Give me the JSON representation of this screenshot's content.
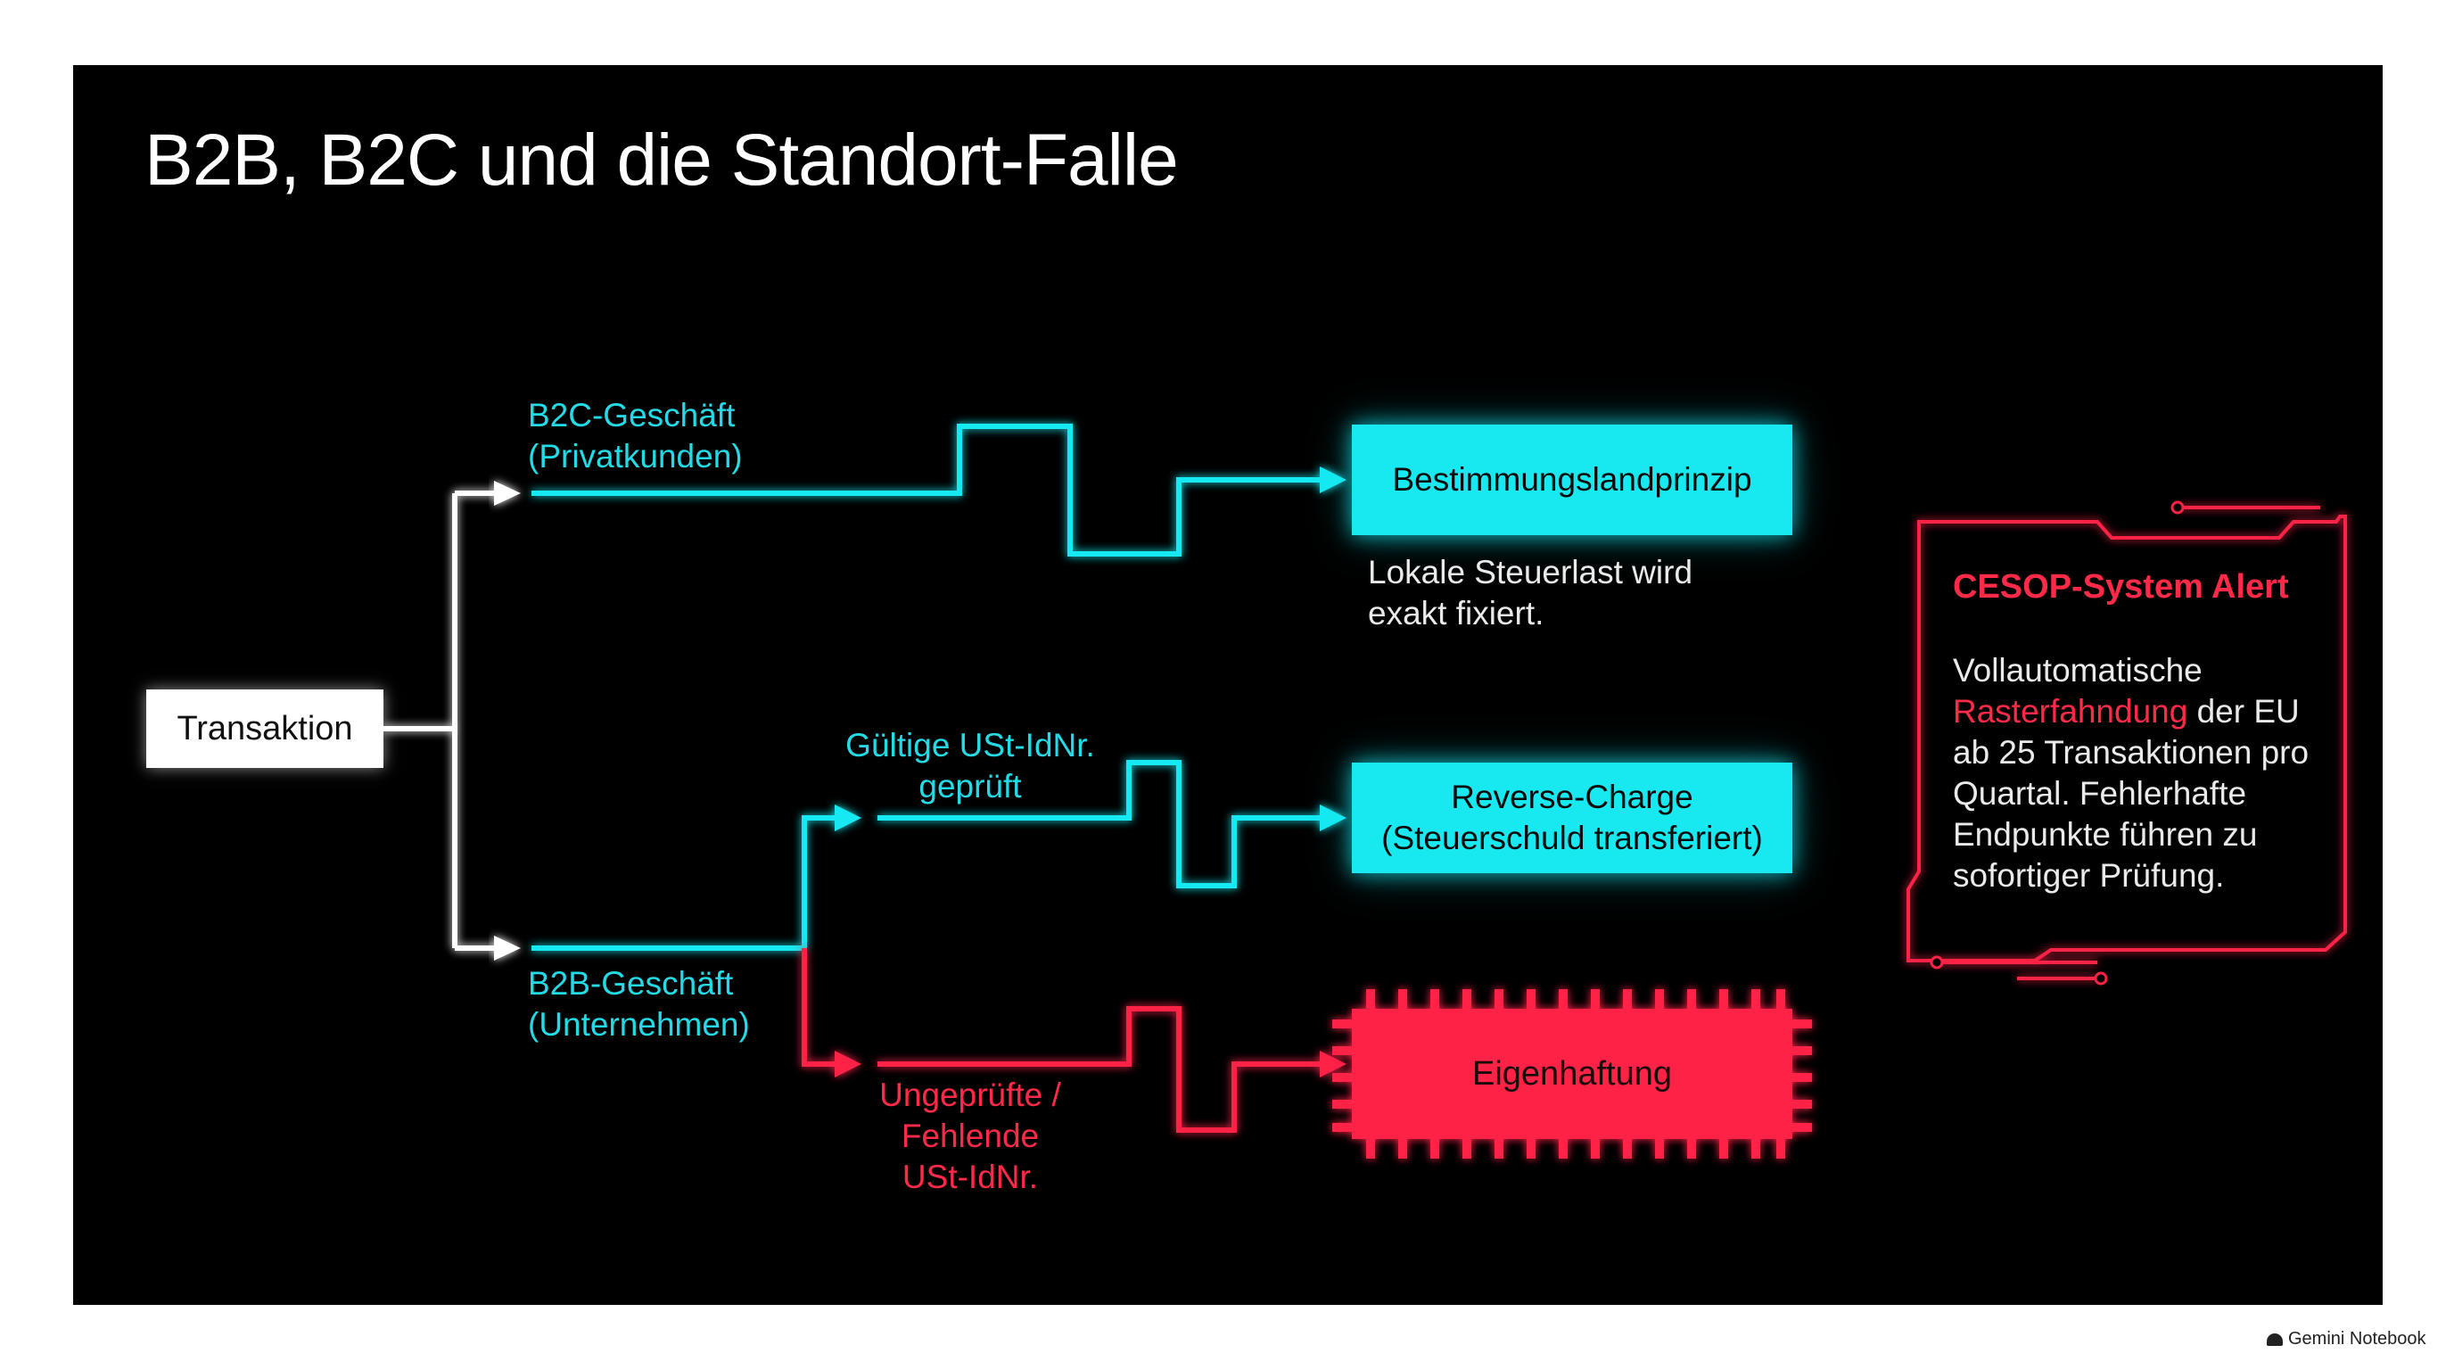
{
  "title": "B2B, B2C und die Standort-Falle",
  "colors": {
    "cyan": "#18e9f1",
    "red": "#ff2146",
    "white": "#ffffff",
    "background": "#000000"
  },
  "nodes": {
    "start": "Transaktion",
    "b2c_branch": {
      "line1": "B2C-Geschäft",
      "line2": "(Privatkunden)"
    },
    "b2b_branch": {
      "line1": "B2B-Geschäft",
      "line2": "(Unternehmen)"
    },
    "valid_vat": {
      "line1": "Gültige USt-IdNr.",
      "line2": "geprüft"
    },
    "invalid_vat": {
      "line1": "Ungeprüfte /",
      "line2": "Fehlende",
      "line3": "USt-IdNr."
    },
    "result_b2c": "Bestimmungslandprinzip",
    "result_b2c_note": {
      "line1": "Lokale Steuerlast wird",
      "line2": "exakt fixiert."
    },
    "result_valid": {
      "line1": "Reverse-Charge",
      "line2": "(Steuerschuld transferiert)"
    },
    "result_invalid": "Eigenhaftung"
  },
  "alert": {
    "title": "CESOP-System Alert",
    "body_part1": "Vollautomatische",
    "highlight": "Rasterfahndung",
    "body_part2": "der EU ab 25 Transaktionen pro Quartal. Fehlerhafte Endpunkte führen zu sofortiger Prüfung."
  },
  "brand": {
    "label": "Gemini Notebook",
    "icon": "gemini-notebook-icon"
  }
}
